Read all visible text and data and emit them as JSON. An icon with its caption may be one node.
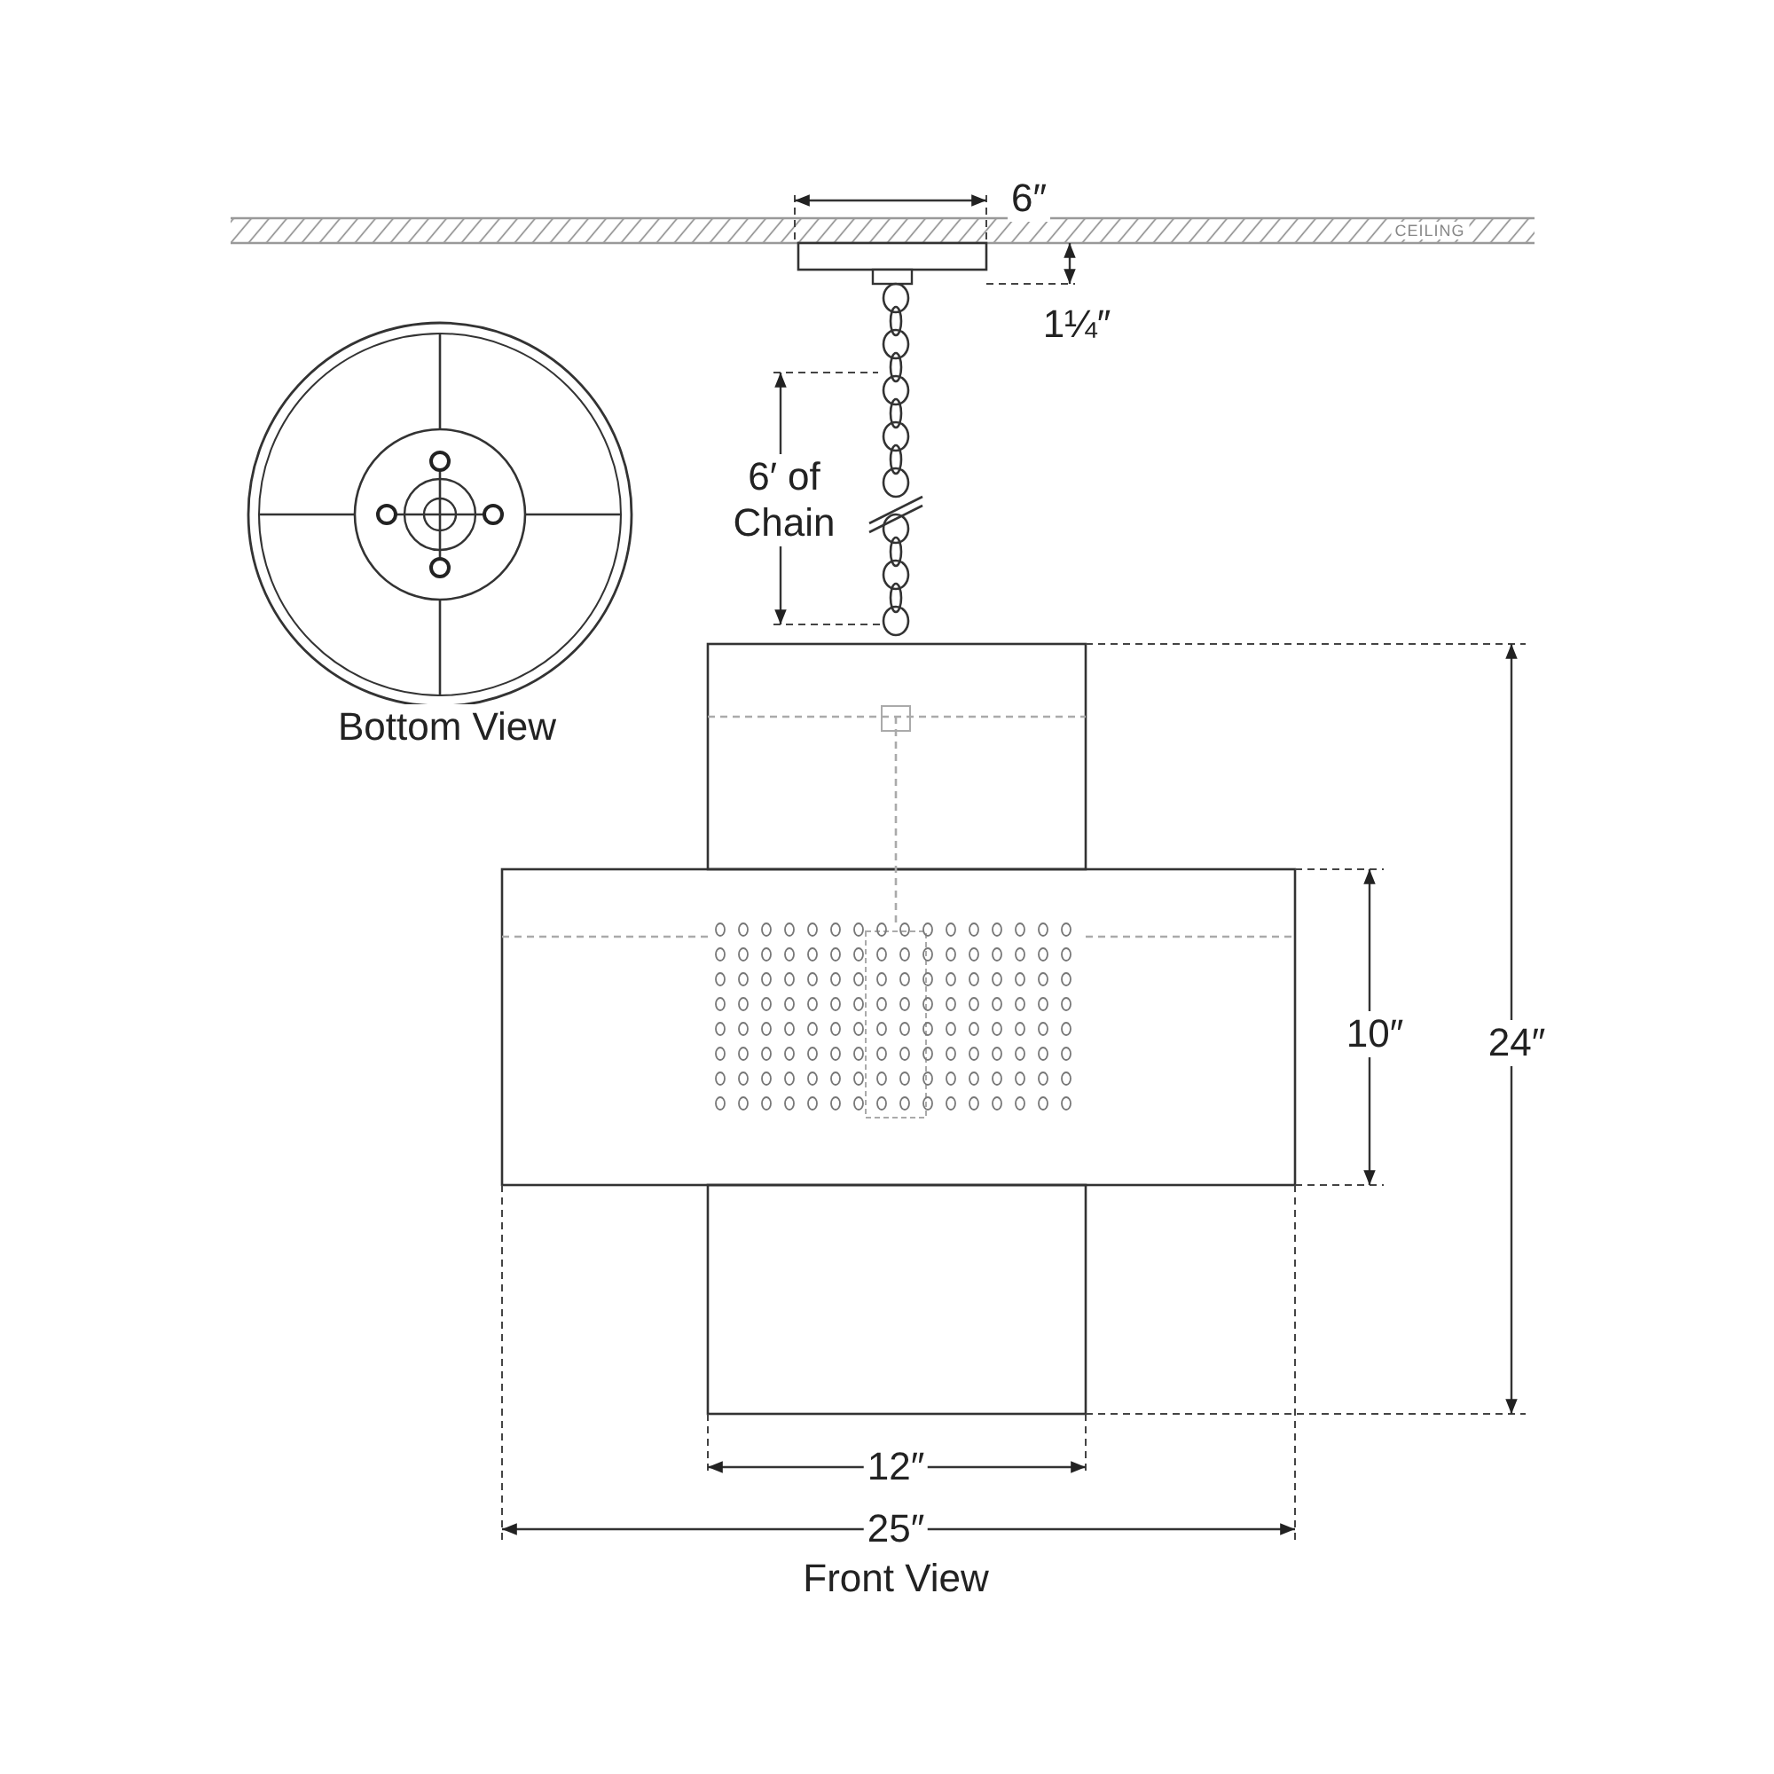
{
  "diagram": {
    "labels": [
      "6″",
      "CEILING",
      "1¼″",
      "6′ of Chain",
      "Bottom View",
      "10″",
      "24″",
      "12″",
      "25″",
      "Front View"
    ]
  }
}
